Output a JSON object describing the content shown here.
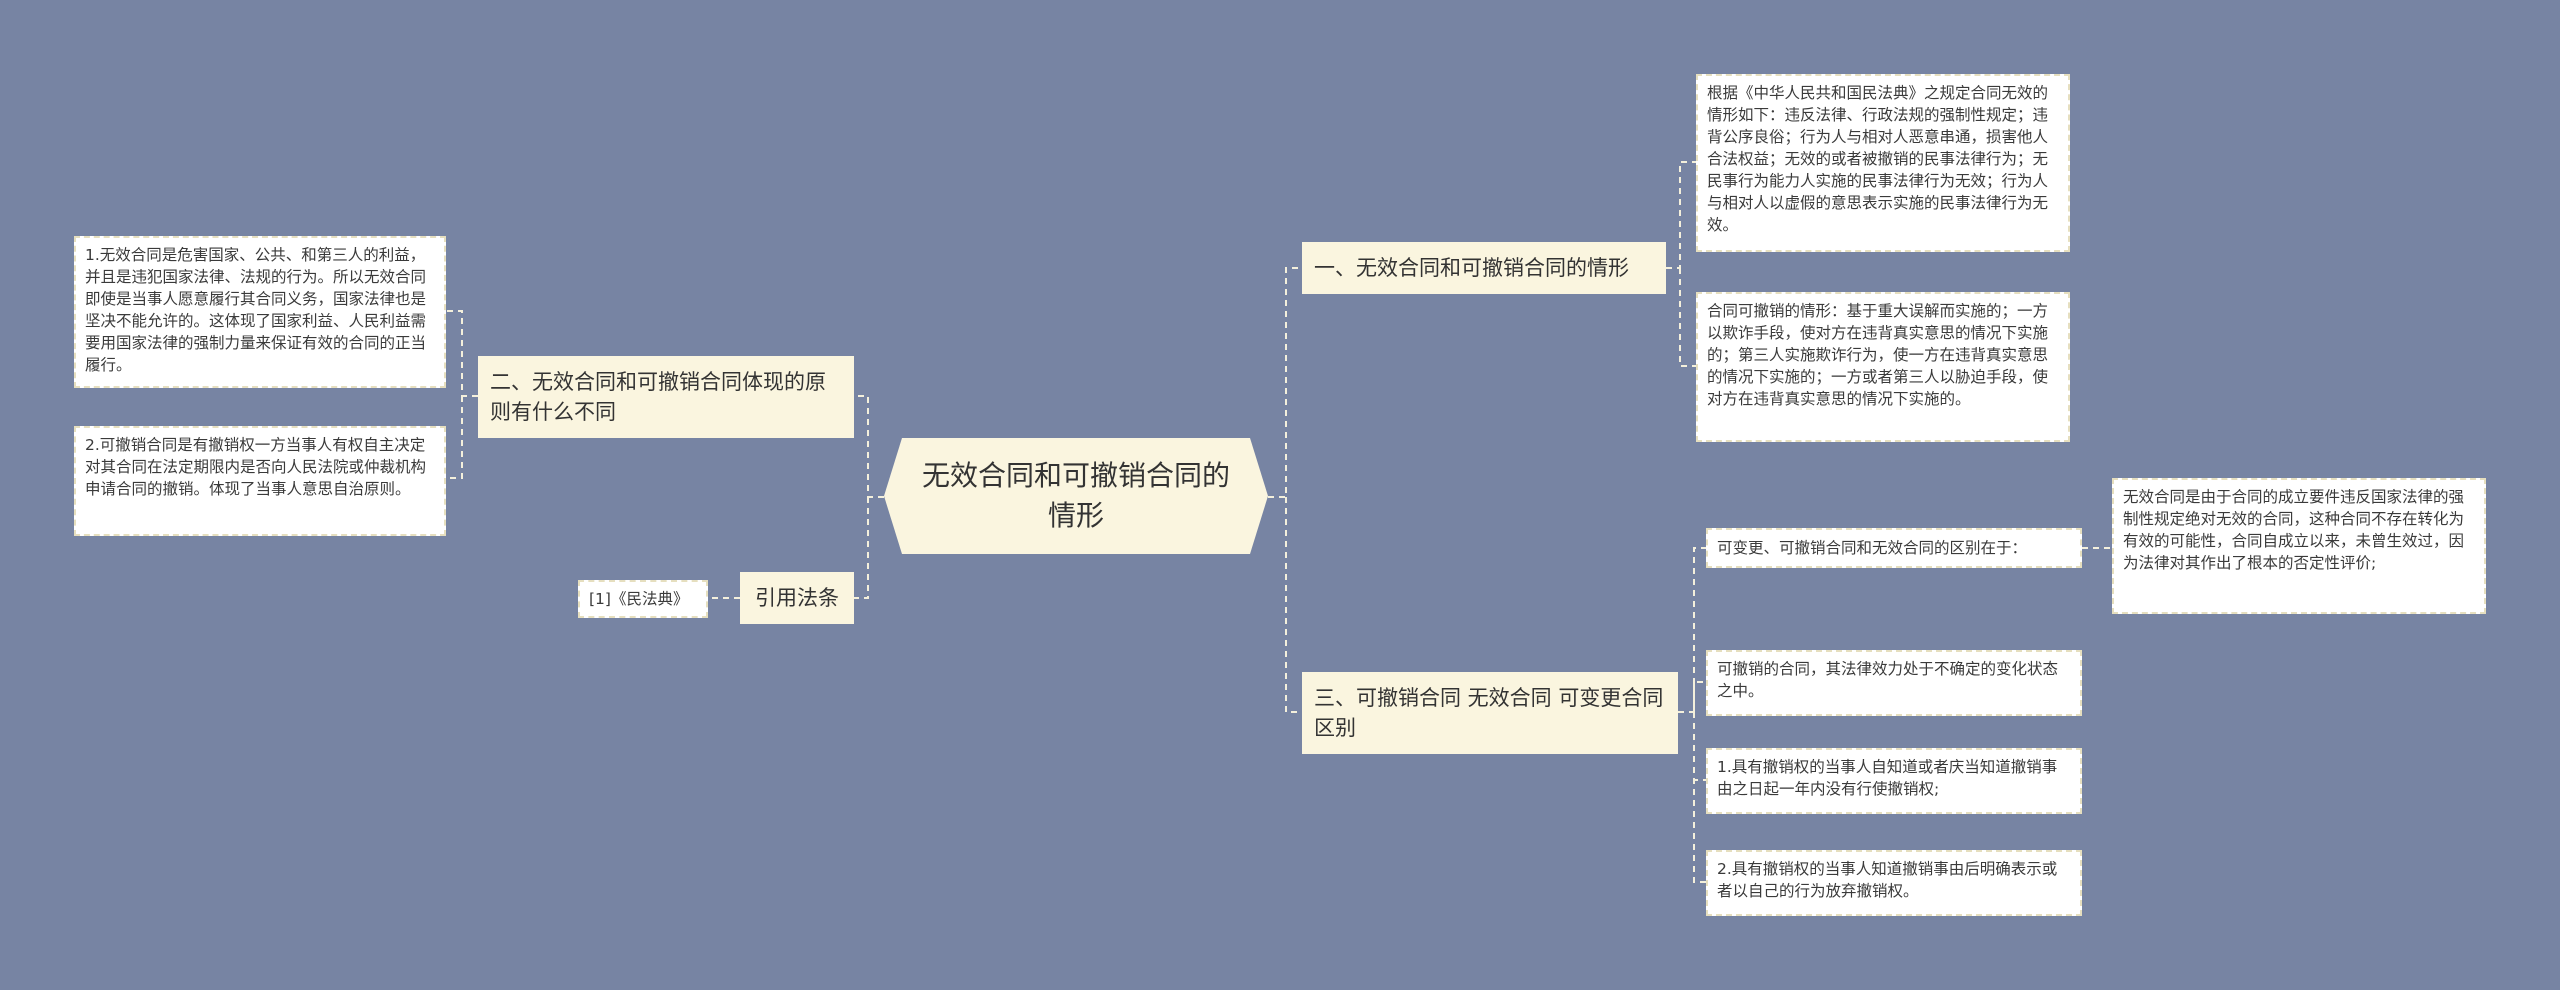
{
  "root": {
    "title": "无效合同和可撤销合同的情形"
  },
  "branches": {
    "b1": {
      "label": "一、无效合同和可撤销合同的情形",
      "leaves": [
        "根据《中华人民共和国民法典》之规定合同无效的情形如下：违反法律、行政法规的强制性规定；违背公序良俗；行为人与相对人恶意串通，损害他人合法权益；无效的或者被撤销的民事法律行为；无民事行为能力人实施的民事法律行为无效；行为人与相对人以虚假的意思表示实施的民事法律行为无效。",
        "合同可撤销的情形：基于重大误解而实施的；一方以欺诈手段，使对方在违背真实意思的情况下实施的；第三人实施欺诈行为，使一方在违背真实意思的情况下实施的；一方或者第三人以胁迫手段，使对方在违背真实意思的情况下实施的。"
      ]
    },
    "b2": {
      "label": "二、无效合同和可撤销合同体现的原则有什么不同",
      "leaves": [
        "1.无效合同是危害国家、公共、和第三人的利益，并且是违犯国家法律、法规的行为。所以无效合同即使是当事人愿意履行其合同义务，国家法律也是坚决不能允许的。这体现了国家利益、人民利益需要用国家法律的强制力量来保证有效的合同的正当履行。",
        "2.可撤销合同是有撤销权一方当事人有权自主决定对其合同在法定期限内是否向人民法院或仲裁机构申请合同的撤销。体现了当事人意思自治原则。"
      ]
    },
    "b3": {
      "label": "三、可撤销合同 无效合同 可变更合同区别",
      "sub": {
        "label": "可变更、可撤销合同和无效合同的区别在于：",
        "leaf": "无效合同是由于合同的成立要件违反国家法律的强制性规定绝对无效的合同，这种合同不存在转化为有效的可能性，合同自成立以来，未曾生效过，因为法律对其作出了根本的否定性评价;"
      },
      "leaves": [
        "可撤销的合同，其法律效力处于不确定的变化状态之中。",
        "1.具有撤销权的当事人自知道或者庆当知道撤销事由之日起一年内没有行使撤销权;",
        "2.具有撤销权的当事人知道撤销事由后明确表示或者以自己的行为放弃撤销权。"
      ]
    },
    "b4": {
      "label": "引用法条",
      "leaves": [
        "[1]《民法典》"
      ]
    }
  },
  "colors": {
    "background": "#7784a3",
    "node_fill": "#faf5df",
    "leaf_fill": "#ffffff",
    "connector": "#f4f0dc"
  }
}
